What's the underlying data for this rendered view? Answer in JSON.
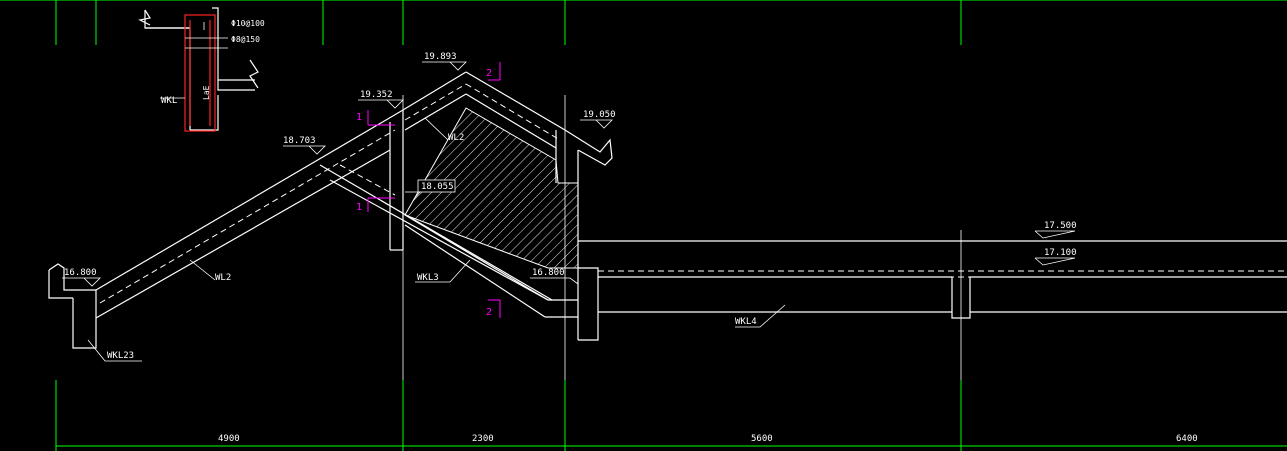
{
  "elevations": {
    "e1": "19.893",
    "e2": "19.352",
    "e3": "18.703",
    "e4": "19.050",
    "e5": "18.055",
    "e6": "16.800",
    "e7": "16.800",
    "e8": "17.500",
    "e9": "17.100"
  },
  "beams": {
    "wl2_top": "WL2",
    "wl2_left": "WL2",
    "wkl3": "WKL3",
    "wkl4": "WKL4",
    "wkl23": "WKL23",
    "wkl_detail": "WKL"
  },
  "section_marks": {
    "s1_top": "1",
    "s1_bottom": "1",
    "s2_top": "2",
    "s2_bottom": "2"
  },
  "detail": {
    "rebar_1": "Φ10@100",
    "rebar_2": "Φ8@150",
    "anchor": "LaE"
  },
  "dimensions": [
    "4900",
    "2300",
    "5600",
    "6400"
  ],
  "colors": {
    "background": "#000000",
    "lines": "#ffffff",
    "axis": "#00ff00",
    "section": "#ff00ff",
    "rebar": "#ff2020"
  }
}
